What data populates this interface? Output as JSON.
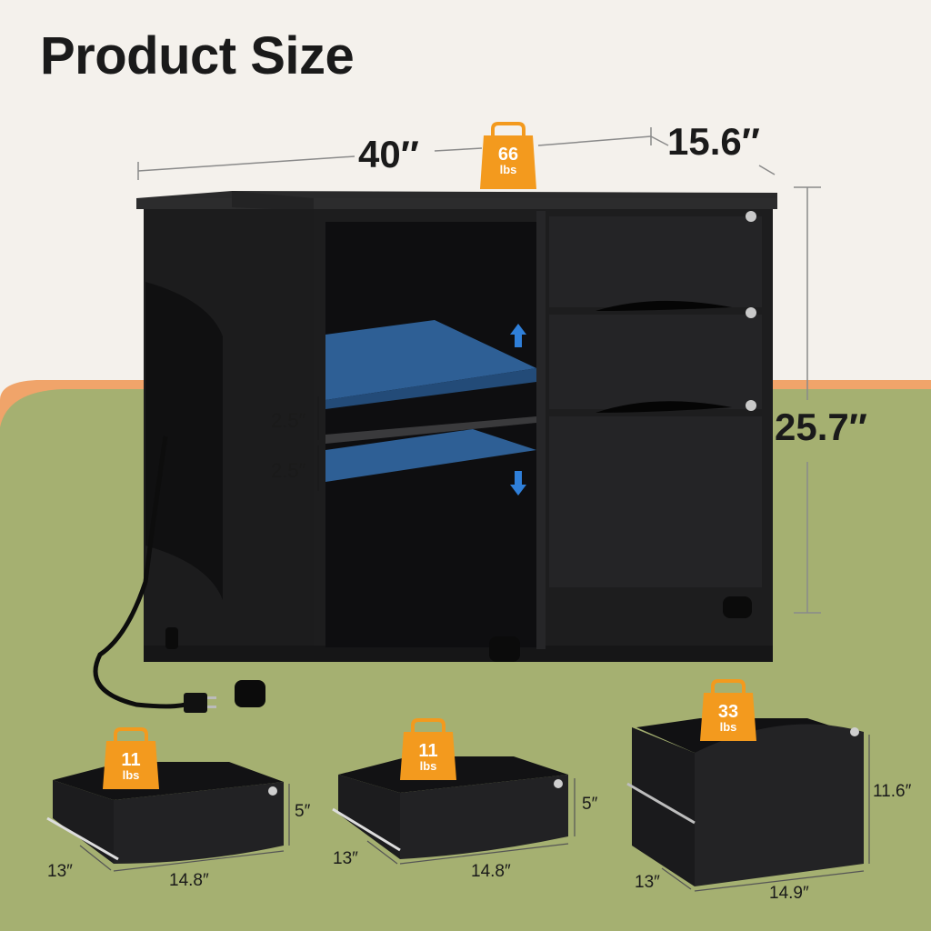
{
  "title": "Product Size",
  "colors": {
    "accent": "#f39a1e",
    "shelf_glow": "#2e5f95",
    "cabinet": "#1c1c1d",
    "floor": "#a5b071",
    "wall": "#f4f1ec"
  },
  "dimensions": {
    "width": "40″",
    "depth": "15.6″",
    "height": "25.7″",
    "shelf_gap_upper": "2.5″",
    "shelf_gap_lower": "2.5″"
  },
  "load": {
    "top": {
      "value": "66",
      "unit": "lbs"
    }
  },
  "drawers": [
    {
      "id": "upper",
      "load_value": "11",
      "load_unit": "lbs",
      "height": "5″",
      "depth": "13″",
      "width": "14.8″"
    },
    {
      "id": "middle",
      "load_value": "11",
      "load_unit": "lbs",
      "height": "5″",
      "depth": "13″",
      "width": "14.8″"
    },
    {
      "id": "file",
      "load_value": "33",
      "load_unit": "lbs",
      "height": "11.6″",
      "depth": "13″",
      "width": "14.9″"
    }
  ],
  "icons": [
    "weight-tag-icon",
    "arrow-up-icon",
    "arrow-down-icon",
    "lock-icon",
    "power-plug-icon"
  ]
}
